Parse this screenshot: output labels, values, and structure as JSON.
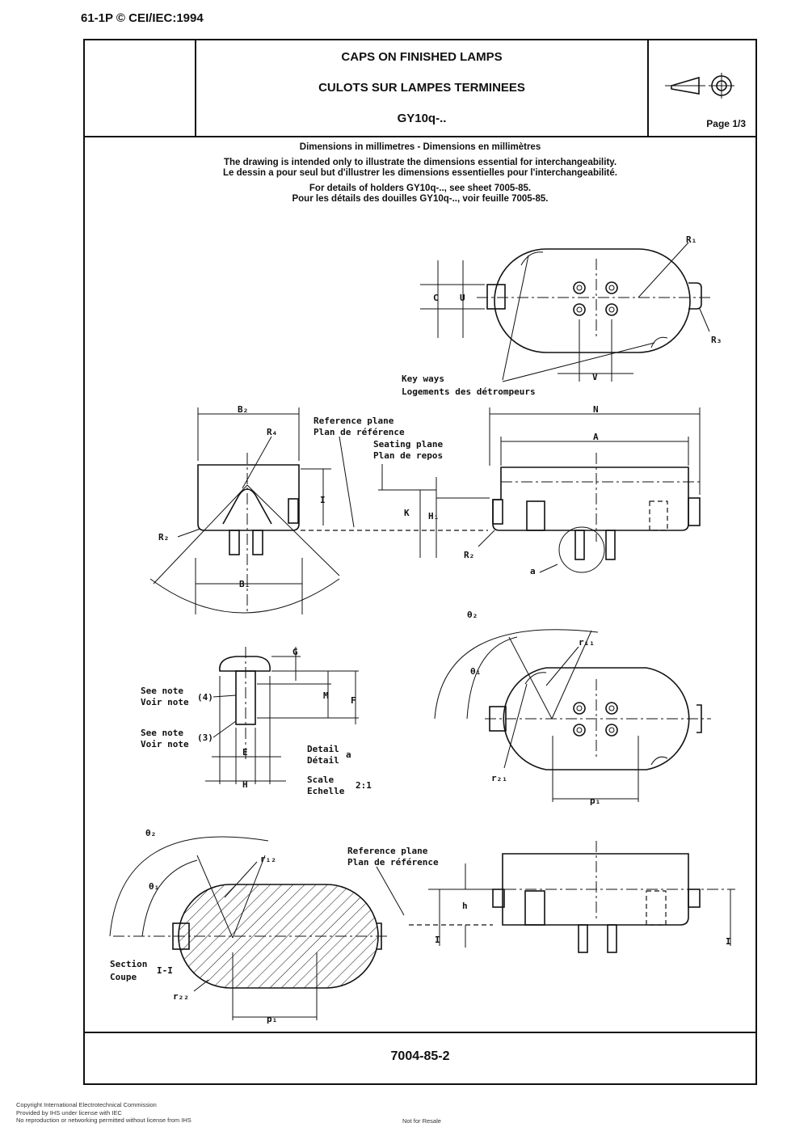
{
  "header_ref": "61-1P © CEI/IEC:1994",
  "title": {
    "line1": "CAPS ON FINISHED LAMPS",
    "line2": "CULOTS SUR LAMPES TERMINEES",
    "designation": "GY10q-.."
  },
  "page": "Page 1/3",
  "notes": {
    "dimensions": "Dimensions in millimetres - Dimensions en millimètres",
    "purpose_en": "The drawing is intended only to illustrate the dimensions essential for interchangeability.",
    "purpose_fr": "Le dessin a pour seul but d'illustrer les dimensions essentielles pour l'interchangeabilité.",
    "holders_en": "For details of holders GY10q-.., see sheet 7005-85.",
    "holders_fr": "Pour les détails des douilles GY10q-.., voir feuille 7005-85."
  },
  "drawing_labels": {
    "R1": "R₁",
    "R2": "R₂",
    "R3": "R₃",
    "R4": "R₄",
    "C": "C",
    "U": "U",
    "V": "V",
    "N": "N",
    "A": "A",
    "B1": "B₁",
    "B2": "B₂",
    "I": "I",
    "K": "K",
    "H1": "H₁",
    "G": "G",
    "M": "M",
    "F": "F",
    "E": "E",
    "H": "H",
    "h": "h",
    "p1": "p₁",
    "r11": "r₁₁",
    "r12": "r₁₂",
    "r21": "r₂₁",
    "r22": "r₂₂",
    "theta1": "θ₁",
    "theta2": "θ₂",
    "a": "a",
    "key_ways_en": "Key ways",
    "key_ways_fr": "Logements des détrompeurs",
    "ref_plane_en": "Reference plane",
    "ref_plane_fr": "Plan de référence",
    "seat_plane_en": "Seating plane",
    "seat_plane_fr": "Plan de repos",
    "see_note_en": "See note",
    "see_note_fr": "Voir note",
    "note4": "(4)",
    "note3": "(3)",
    "detail_en": "Detail",
    "detail_fr": "Détail",
    "scale_en": "Scale",
    "scale_fr": "Echelle",
    "scale_value": "2:1",
    "section_en": "Section",
    "section_fr": "Coupe",
    "section_id": "I-I"
  },
  "sheet_number": "7004-85-2",
  "copyright": {
    "line1": "Copyright International Electrotechnical Commission",
    "line2": "Provided by IHS under license with IEC",
    "line3": "No reproduction or networking permitted without license from IHS"
  },
  "not_for_resale": "Not for Resale"
}
